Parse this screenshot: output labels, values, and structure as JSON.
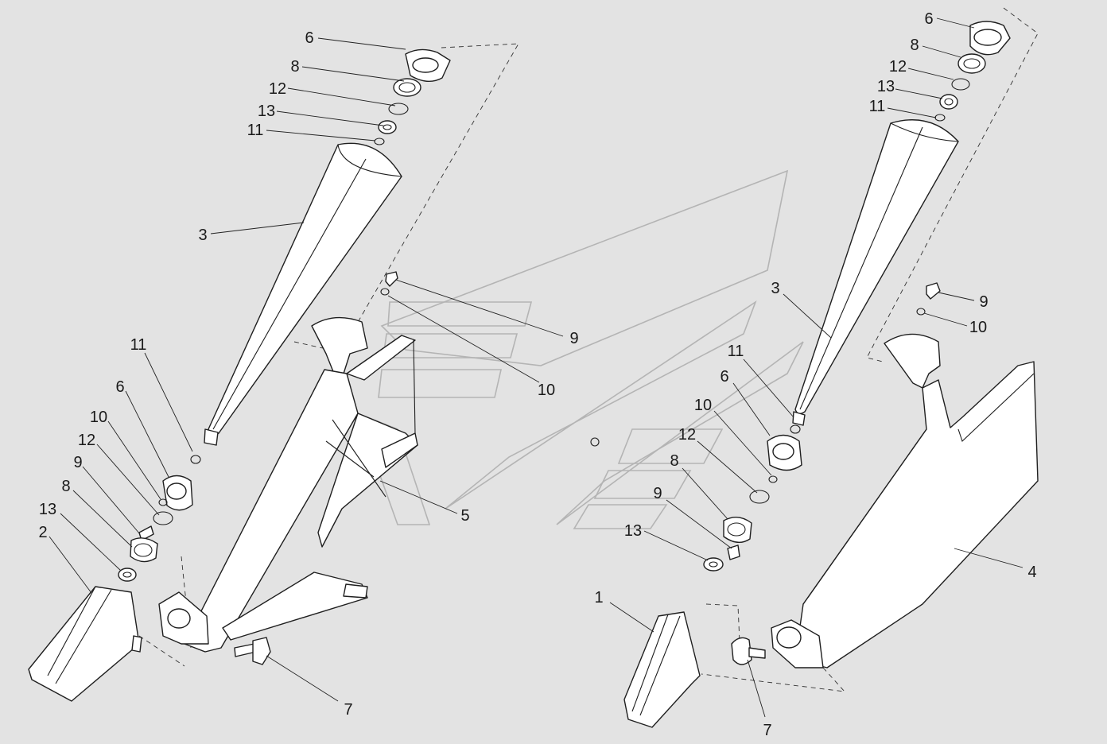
{
  "colors": {
    "background": "#e3e3e3",
    "part_fill": "#ffffff",
    "stroke": "#1f1f1f",
    "watermark": "#b4b4b4"
  },
  "callouts": [
    {
      "id": "l-6a",
      "text": "6"
    },
    {
      "id": "l-8a",
      "text": "8"
    },
    {
      "id": "l-12a",
      "text": "12"
    },
    {
      "id": "l-13a",
      "text": "13"
    },
    {
      "id": "l-11a",
      "text": "11"
    },
    {
      "id": "l-3a",
      "text": "3"
    },
    {
      "id": "l-11b",
      "text": "11"
    },
    {
      "id": "l-6b",
      "text": "6"
    },
    {
      "id": "l-10a",
      "text": "10"
    },
    {
      "id": "l-12b",
      "text": "12"
    },
    {
      "id": "l-9a",
      "text": "9"
    },
    {
      "id": "l-8b",
      "text": "8"
    },
    {
      "id": "l-13b",
      "text": "13"
    },
    {
      "id": "l-2",
      "text": "2"
    },
    {
      "id": "l-9b",
      "text": "9"
    },
    {
      "id": "l-10b",
      "text": "10"
    },
    {
      "id": "l-5",
      "text": "5"
    },
    {
      "id": "l-7a",
      "text": "7"
    },
    {
      "id": "l-6c",
      "text": "6"
    },
    {
      "id": "l-8c",
      "text": "8"
    },
    {
      "id": "l-12c",
      "text": "12"
    },
    {
      "id": "l-13c",
      "text": "13"
    },
    {
      "id": "l-11c",
      "text": "11"
    },
    {
      "id": "l-3b",
      "text": "3"
    },
    {
      "id": "l-9c",
      "text": "9"
    },
    {
      "id": "l-10c",
      "text": "10"
    },
    {
      "id": "l-11d",
      "text": "11"
    },
    {
      "id": "l-6d",
      "text": "6"
    },
    {
      "id": "l-10d",
      "text": "10"
    },
    {
      "id": "l-12d",
      "text": "12"
    },
    {
      "id": "l-8d",
      "text": "8"
    },
    {
      "id": "l-9d",
      "text": "9"
    },
    {
      "id": "l-13d",
      "text": "13"
    },
    {
      "id": "l-1",
      "text": "1"
    },
    {
      "id": "l-4",
      "text": "4"
    },
    {
      "id": "l-7b",
      "text": "7"
    }
  ]
}
